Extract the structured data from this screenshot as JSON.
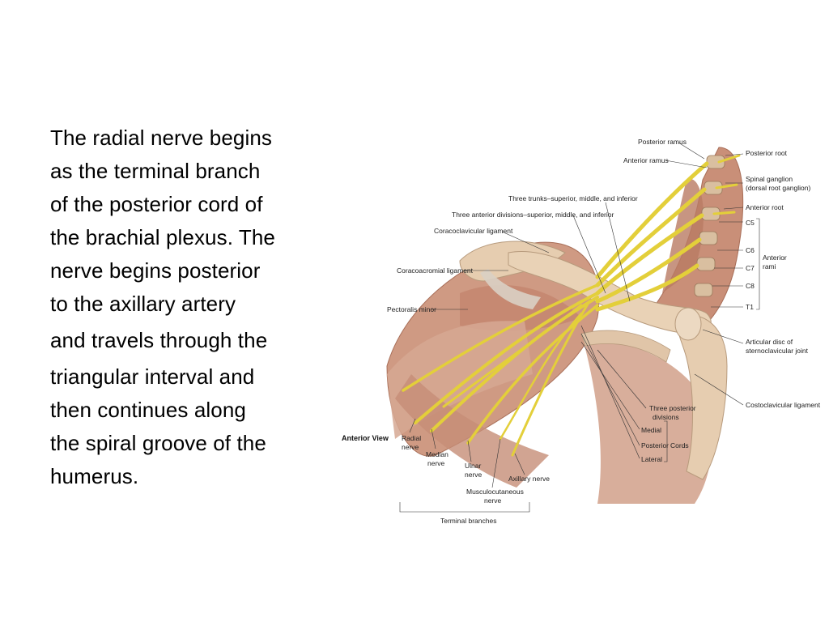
{
  "slide": {
    "body_lines": [
      "The radial nerve begins",
      "as the terminal branch",
      "of the posterior cord of",
      "the brachial plexus. The",
      "nerve begins posterior",
      "to the axillary artery",
      "and travels through the",
      "triangular interval and",
      "then continues along",
      "the spiral groove of the",
      "humerus."
    ]
  },
  "figure": {
    "view_label": "Anterior View",
    "labels": {
      "posterior_ramus": "Posterior ramus",
      "anterior_ramus": "Anterior ramus",
      "posterior_root": "Posterior root",
      "spinal_ganglion_1": "Spinal ganglion",
      "spinal_ganglion_2": "(dorsal root ganglion)",
      "anterior_root": "Anterior root",
      "three_trunks": "Three trunks–superior, middle, and inferior",
      "three_anterior_divisions": "Three anterior divisions–superior, middle, and inferior",
      "coracoclavicular_ligament": "Coracoclavicular ligament",
      "coracoacromial_ligament": "Coracoacromial ligament",
      "pectoralis_minor": "Pectoralis minor",
      "c5": "C5",
      "c6": "C6",
      "c7": "C7",
      "c8": "C8",
      "t1": "T1",
      "anterior_rami_1": "Anterior",
      "anterior_rami_2": "rami",
      "articular_disc_1": "Articular disc of",
      "articular_disc_2": "sternoclavicular joint",
      "costoclavicular_ligament": "Costoclavicular ligament",
      "three_posterior_divisions_1": "Three posterior",
      "three_posterior_divisions_2": "divisions",
      "medial": "Medial",
      "posterior": "Posterior",
      "lateral": "Lateral",
      "cords": "Cords",
      "radial_nerve_1": "Radial",
      "radial_nerve_2": "nerve",
      "median_nerve_1": "Median",
      "median_nerve_2": "nerve",
      "ulnar_nerve_1": "Ulnar",
      "ulnar_nerve_2": "nerve",
      "axillary_nerve": "Axillary nerve",
      "musculocutaneous_nerve_1": "Musculocutaneous",
      "musculocutaneous_nerve_2": "nerve",
      "terminal_branches": "Terminal branches"
    }
  },
  "colors": {
    "nerve": "#e3cf3a",
    "muscle": "#c98f78",
    "bone": "#e6cdb0",
    "ligament": "#d9d0c4"
  }
}
